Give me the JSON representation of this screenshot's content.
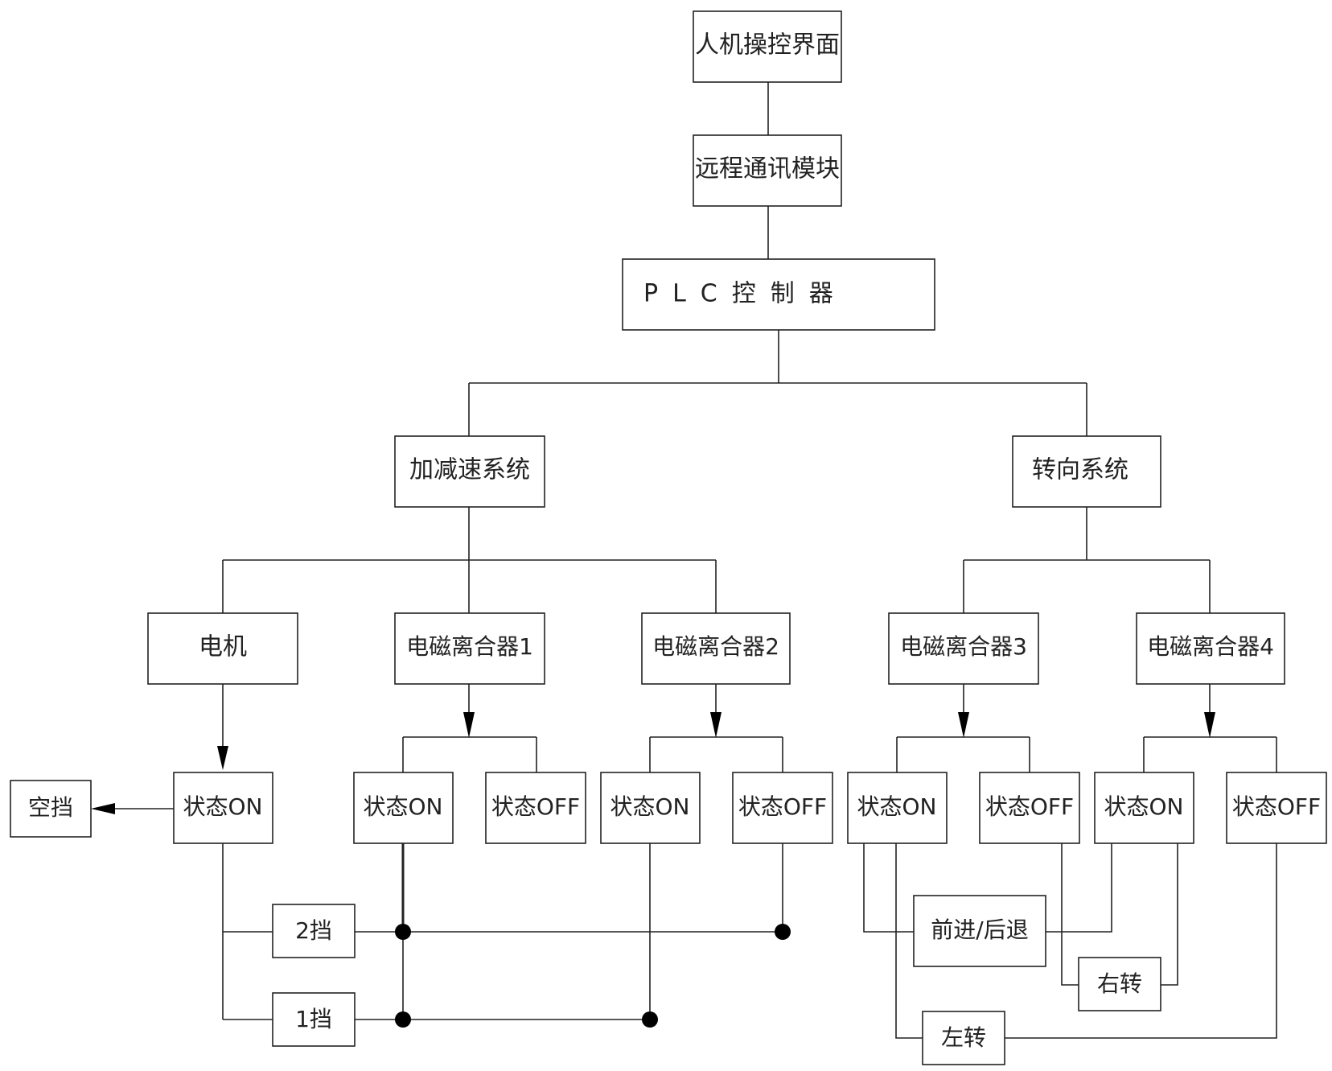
{
  "hmi": "人机操控界面",
  "remote_module": "远程通讯模块",
  "plc": "PLC控制器",
  "accel_system": "加减速系统",
  "steering_system": "转向系统",
  "motor": "电机",
  "clutch1": "电磁离合器1",
  "clutch2": "电磁离合器2",
  "clutch3": "电磁离合器3",
  "clutch4": "电磁离合器4",
  "state_on": "状态ON",
  "state_off": "状态OFF",
  "neutral": "空挡",
  "gear2": "2挡",
  "gear1": "1挡",
  "forward_reverse": "前进/后退",
  "turn_right": "右转",
  "turn_left": "左转"
}
